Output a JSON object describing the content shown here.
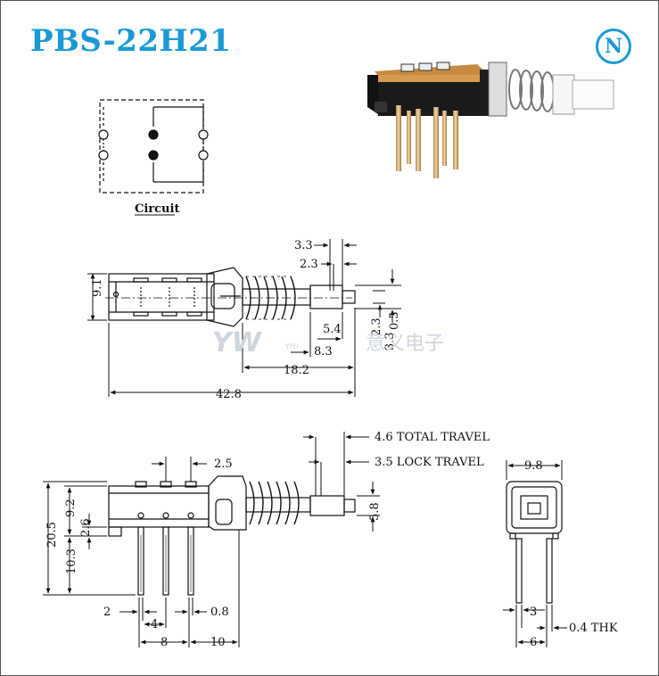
{
  "title": "PBS-22H21",
  "badge": "N",
  "circuit_label": "Circuit",
  "watermark": {
    "logo": "YW",
    "text": "意义电子",
    "small": "YIYI"
  },
  "side_view": {
    "dims": {
      "d33": "3.3",
      "d23": "2.3",
      "d91": "9.1",
      "d54": "5.4",
      "d83": "8.3",
      "d23v": "2.3",
      "d33v": "3.3",
      "d05": "0.5",
      "d182": "18.2",
      "d428": "42.8"
    }
  },
  "front_view": {
    "dims": {
      "d25": "2.5",
      "d92": "9.2",
      "d205": "20.5",
      "d26": "2.6",
      "d103": "10.3",
      "d58": "5.8",
      "d2": "2",
      "d4": "4",
      "d08": "0.8",
      "d8": "8",
      "d10": "10"
    },
    "total_travel": "4.6 TOTAL TRAVEL",
    "lock_travel": "3.5 LOCK TRAVEL"
  },
  "end_view": {
    "dims": {
      "d98": "9.8",
      "d3": "3",
      "d6": "6",
      "thk": "0.4 THK"
    }
  }
}
